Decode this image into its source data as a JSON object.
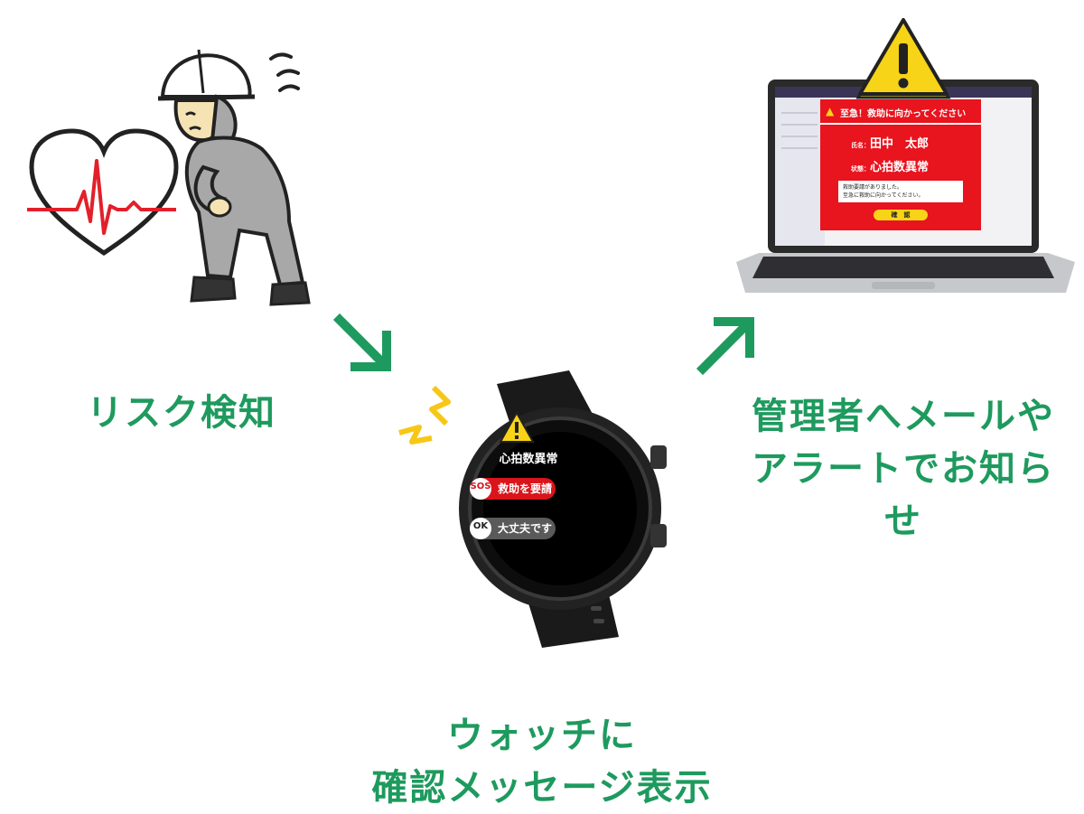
{
  "labels": {
    "risk_detection": "リスク検知",
    "admin_line1": "管理者へメールや",
    "admin_line2": "アラートでお知らせ",
    "watch_line1": "ウォッチに",
    "watch_line2": "確認メッセージ表示"
  },
  "watch_screen": {
    "alert_title": "心拍数異常",
    "sos_badge": "SOS",
    "sos_label": "救助を要請",
    "ok_badge": "OK",
    "ok_label": "大丈夫です"
  },
  "laptop_alert": {
    "header": "至急！救助に向かってください",
    "name_label": "氏名：",
    "name_value": "田中　太郎",
    "status_label": "状態：",
    "status_value": "心拍数異常",
    "message_line1": "救助要請がありました。",
    "message_line2": "至急に救助に向かってください。",
    "confirm_button": "確　認"
  },
  "colors": {
    "green": "#1e9a5e",
    "alert_red": "#e8141e",
    "warning_yellow": "#f7d417",
    "heart_red": "#e2202a"
  }
}
